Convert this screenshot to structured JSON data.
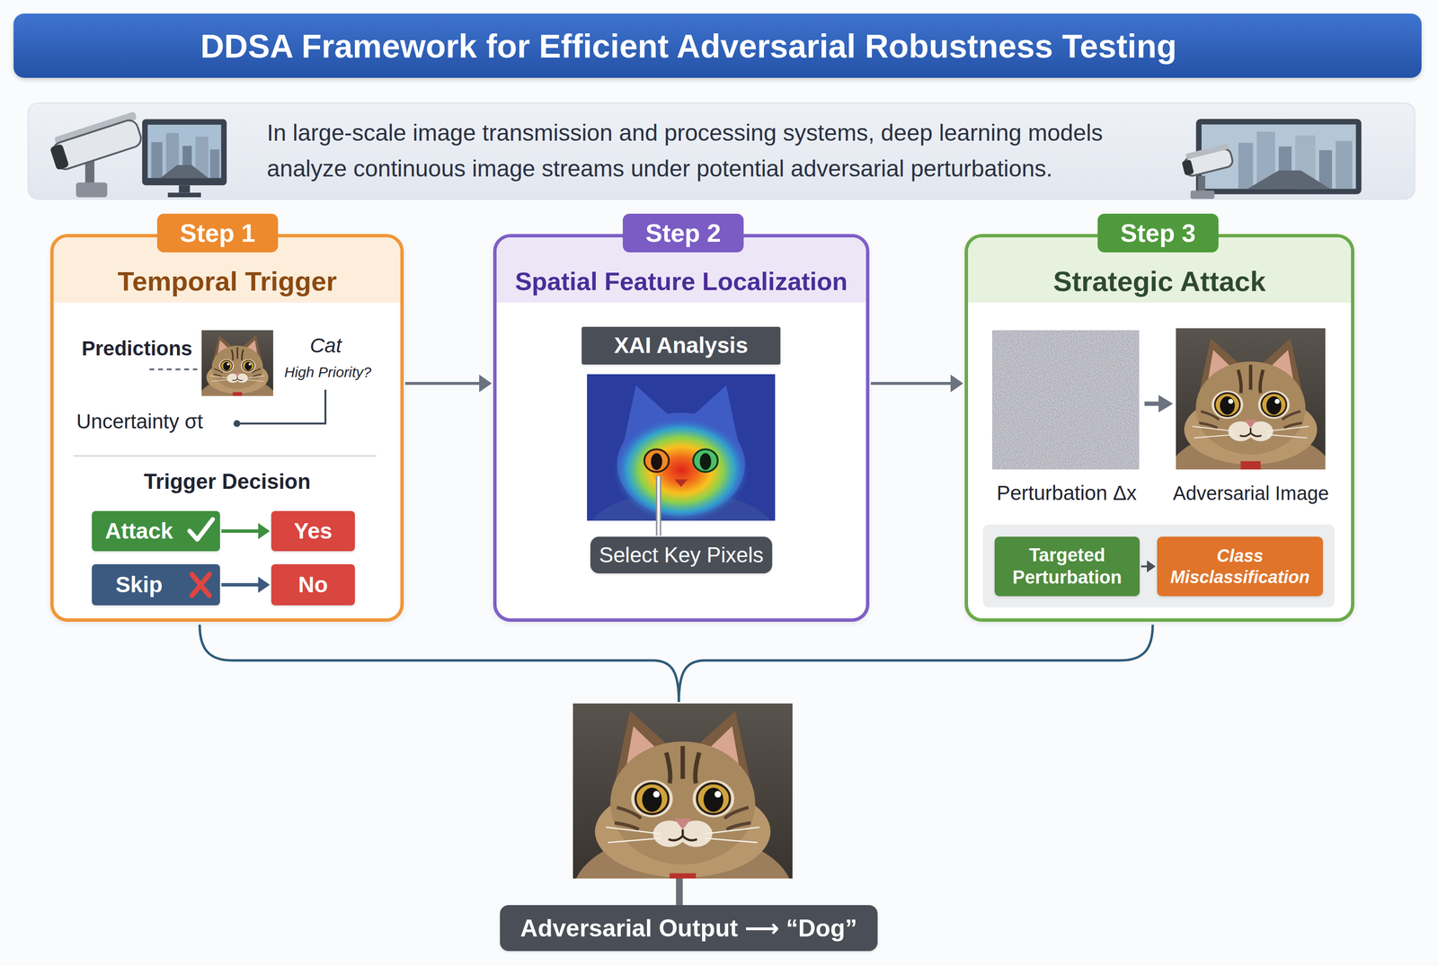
{
  "diagram": {
    "title": "DDSA Framework for Efficient Adversarial Robustness Testing",
    "nodes": [
      {
        "text": [
          "In large-scale image transmission and processing systems, deep learning models analyze continuous image streams under potential adversarial perturbations."
        ]
      },
      {
        "text": [
          "Step 1",
          "Temporal Trigger",
          "Predictions",
          "Cat",
          "High Priority?",
          "Uncertainty σt",
          "Trigger Decision"
        ]
      },
      {
        "text": [
          "Attack"
        ],
        "in": 1
      },
      {
        "text": [
          "Yes"
        ],
        "in": 1
      },
      {
        "text": [
          "Skip"
        ],
        "in": 1
      },
      {
        "text": [
          "No"
        ],
        "in": 1
      },
      {
        "text": [
          "Step 2",
          "Spatial Feature Localization"
        ]
      },
      {
        "text": [
          "XAI Analysis"
        ],
        "in": 6
      },
      {
        "text": [
          "Select Key Pixels"
        ],
        "in": 6
      },
      {
        "text": [
          "Step 3",
          "Strategic Attack",
          "Perturbation Δx",
          "Adversarial Image"
        ]
      },
      {
        "text": [
          "Targeted Perturbation"
        ],
        "in": 9
      },
      {
        "text": [
          "Class Misclassification"
        ],
        "in": 9
      },
      {
        "text": [
          "Adversarial Output ⟶ “Dog”"
        ]
      }
    ],
    "edges": [
      {
        "from": 1,
        "to": 6,
        "arrow": "to"
      },
      {
        "from": 6,
        "to": 9,
        "arrow": "to"
      },
      {
        "from": 2,
        "to": 3,
        "arrow": "to"
      },
      {
        "from": 4,
        "to": 5,
        "arrow": "to"
      },
      {
        "from": 10,
        "to": 11,
        "arrow": "to"
      }
    ]
  }
}
